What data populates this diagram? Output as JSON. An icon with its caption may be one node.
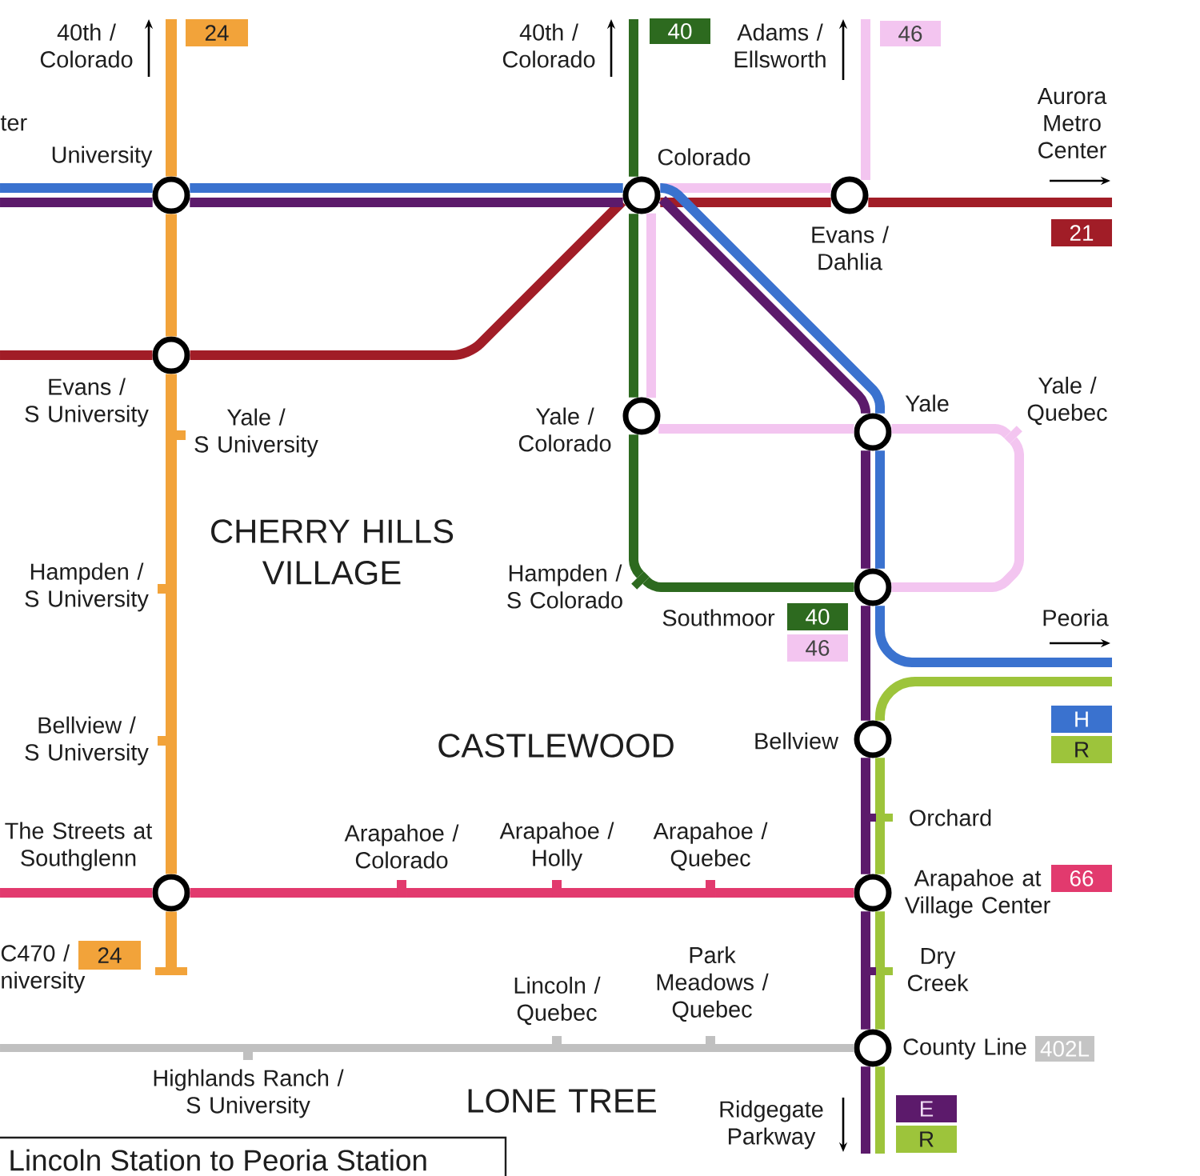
{
  "diagram": {
    "nodes": [
      {
        "text": [
          "24"
        ]
      },
      {
        "text": [
          "40"
        ]
      },
      {
        "text": [
          "46"
        ]
      },
      {
        "text": [],
        "shape": "circle",
        "beside": [
          "University"
        ]
      },
      {
        "text": [],
        "shape": "circle",
        "beside": [
          "Colorado"
        ]
      },
      {
        "text": [],
        "shape": "circle",
        "beside": [
          "Evans / Dahlia"
        ]
      },
      {
        "text": [
          "21"
        ]
      },
      {
        "text": [],
        "shape": "circle",
        "beside": [
          "Evans / S University"
        ]
      },
      {
        "text": [],
        "shape": "circle",
        "beside": [
          "Yale / Colorado"
        ]
      },
      {
        "text": [],
        "shape": "circle",
        "beside": [
          "Yale"
        ]
      },
      {
        "text": [],
        "shape": "bar",
        "beside": [
          "Yale / S University"
        ]
      },
      {
        "text": [],
        "shape": "bar",
        "beside": [
          "Yale / Quebec"
        ]
      },
      {
        "text": [],
        "shape": "bar",
        "beside": [
          "Hampden / S University"
        ]
      },
      {
        "text": [],
        "shape": "bar",
        "beside": [
          "Hampden / S Colorado"
        ]
      },
      {
        "text": [],
        "shape": "circle"
      },
      {
        "text": [
          "40"
        ]
      },
      {
        "text": [
          "46"
        ]
      },
      {
        "text": [
          "H"
        ]
      },
      {
        "text": [],
        "shape": "circle",
        "beside": [
          "Bellview"
        ]
      },
      {
        "text": [],
        "shape": "bar",
        "beside": [
          "Bellview / S University"
        ]
      },
      {
        "text": [
          "R"
        ]
      },
      {
        "text": [],
        "shape": "bar",
        "beside": [
          "Orchard"
        ]
      },
      {
        "text": [],
        "shape": "bar",
        "beside": [
          "Arapahoe / Colorado"
        ]
      },
      {
        "text": [],
        "shape": "bar",
        "beside": [
          "Arapahoe / Holly"
        ]
      },
      {
        "text": [],
        "shape": "bar",
        "beside": [
          "Arapahoe / Quebec"
        ]
      },
      {
        "text": [],
        "shape": "circle",
        "beside": [
          "The Streets at Southglenn"
        ]
      },
      {
        "text": [],
        "shape": "circle"
      },
      {
        "text": [
          "66"
        ]
      },
      {
        "text": [
          "24"
        ]
      },
      {
        "text": [],
        "shape": "bar"
      },
      {
        "text": [],
        "shape": "bar",
        "beside": [
          "Dry Creek"
        ]
      },
      {
        "text": [],
        "shape": "bar",
        "beside": [
          "Highlands Ranch / S University"
        ]
      },
      {
        "text": [],
        "shape": "bar",
        "beside": [
          "Lincoln / Quebec"
        ]
      },
      {
        "text": [],
        "shape": "bar",
        "beside": [
          "Park Meadows / Quebec"
        ]
      },
      {
        "text": [],
        "shape": "circle",
        "beside": [
          "County Line"
        ]
      },
      {
        "text": [
          "402L"
        ]
      },
      {
        "text": [
          "E"
        ]
      },
      {
        "text": [
          "R"
        ]
      },
      {
        "text": [
          "Lincoln Station to Peoria Station"
        ]
      }
    ],
    "edges": [
      {
        "from": 0,
        "to": 3,
        "arrow": "none",
        "color": "#f2a33a"
      },
      {
        "from": 3,
        "to": 7,
        "arrow": "none",
        "color": "#f2a33a"
      },
      {
        "from": 7,
        "to": 10,
        "arrow": "none",
        "color": "#f2a33a"
      },
      {
        "from": 10,
        "to": 12,
        "arrow": "none",
        "color": "#f2a33a"
      },
      {
        "from": 12,
        "to": 19,
        "arrow": "none",
        "color": "#f2a33a"
      },
      {
        "from": 19,
        "to": 25,
        "arrow": "none",
        "color": "#f2a33a"
      },
      {
        "from": 25,
        "to": 29,
        "arrow": "none",
        "color": "#f2a33a"
      },
      {
        "from": 2,
        "to": 5,
        "arrow": "none",
        "color": "#f3c5f0"
      },
      {
        "from": 5,
        "to": 4,
        "arrow": "none",
        "color": "#f3c5f0"
      },
      {
        "from": 4,
        "to": 8,
        "arrow": "none",
        "color": "#f3c5f0"
      },
      {
        "from": 8,
        "to": 9,
        "arrow": "none",
        "color": "#f3c5f0"
      },
      {
        "from": 9,
        "to": 11,
        "arrow": "none",
        "color": "#f3c5f0"
      },
      {
        "from": 11,
        "to": 14,
        "arrow": "none",
        "color": "#f3c5f0"
      },
      {
        "from": null,
        "to": 7,
        "arrow": "none",
        "color": "#a11d27"
      },
      {
        "from": 7,
        "to": 4,
        "arrow": "none",
        "color": "#a11d27"
      },
      {
        "from": 4,
        "to": 5,
        "arrow": "none",
        "color": "#a11d27"
      },
      {
        "from": 5,
        "to": 6,
        "arrow": "none",
        "color": "#a11d27"
      },
      {
        "from": 1,
        "to": 4,
        "arrow": "none",
        "color": "#2d6a1f"
      },
      {
        "from": 4,
        "to": 8,
        "arrow": "none",
        "color": "#2d6a1f"
      },
      {
        "from": 8,
        "to": 13,
        "arrow": "none",
        "color": "#2d6a1f"
      },
      {
        "from": 13,
        "to": 14,
        "arrow": "none",
        "color": "#2d6a1f"
      },
      {
        "from": null,
        "to": 3,
        "arrow": "none",
        "color": "#3a72cf"
      },
      {
        "from": 3,
        "to": 4,
        "arrow": "none",
        "color": "#3a72cf"
      },
      {
        "from": 4,
        "to": 9,
        "arrow": "none",
        "color": "#3a72cf"
      },
      {
        "from": 9,
        "to": 14,
        "arrow": "none",
        "color": "#3a72cf"
      },
      {
        "from": 14,
        "to": null,
        "arrow": "none",
        "color": "#3a72cf"
      },
      {
        "from": null,
        "to": 3,
        "arrow": "none",
        "color": "#5c1a6b"
      },
      {
        "from": 3,
        "to": 4,
        "arrow": "none",
        "color": "#5c1a6b"
      },
      {
        "from": 4,
        "to": 9,
        "arrow": "none",
        "color": "#5c1a6b"
      },
      {
        "from": 9,
        "to": 14,
        "arrow": "none",
        "color": "#5c1a6b"
      },
      {
        "from": 14,
        "to": 18,
        "arrow": "none",
        "color": "#5c1a6b"
      },
      {
        "from": 18,
        "to": 21,
        "arrow": "none",
        "color": "#5c1a6b"
      },
      {
        "from": 21,
        "to": 26,
        "arrow": "none",
        "color": "#5c1a6b"
      },
      {
        "from": 26,
        "to": 30,
        "arrow": "none",
        "color": "#5c1a6b"
      },
      {
        "from": 30,
        "to": 34,
        "arrow": "none",
        "color": "#5c1a6b"
      },
      {
        "from": 34,
        "to": null,
        "arrow": "none",
        "color": "#5c1a6b"
      },
      {
        "from": null,
        "to": 18,
        "arrow": "none",
        "color": "#9dc43b"
      },
      {
        "from": 18,
        "to": 21,
        "arrow": "none",
        "color": "#9dc43b"
      },
      {
        "from": 21,
        "to": 26,
        "arrow": "none",
        "color": "#9dc43b"
      },
      {
        "from": 26,
        "to": 30,
        "arrow": "none",
        "color": "#9dc43b"
      },
      {
        "from": 30,
        "to": 34,
        "arrow": "none",
        "color": "#9dc43b"
      },
      {
        "from": 34,
        "to": 37,
        "arrow": "none",
        "color": "#9dc43b"
      },
      {
        "from": null,
        "to": 25,
        "arrow": "none",
        "color": "#e23a6e"
      },
      {
        "from": 25,
        "to": 22,
        "arrow": "none",
        "color": "#e23a6e"
      },
      {
        "from": 22,
        "to": 23,
        "arrow": "none",
        "color": "#e23a6e"
      },
      {
        "from": 23,
        "to": 24,
        "arrow": "none",
        "color": "#e23a6e"
      },
      {
        "from": 24,
        "to": 26,
        "arrow": "none",
        "color": "#e23a6e"
      },
      {
        "from": null,
        "to": 31,
        "arrow": "none",
        "color": "#c0c0c0"
      },
      {
        "from": 31,
        "to": 32,
        "arrow": "none",
        "color": "#c0c0c0"
      },
      {
        "from": 32,
        "to": 33,
        "arrow": "none",
        "color": "#c0c0c0"
      },
      {
        "from": 33,
        "to": 34,
        "arrow": "none",
        "color": "#c0c0c0"
      }
    ],
    "labels": [
      "40th / Colorado",
      "40th / Colorado",
      "Adams / Ellsworth",
      "Aurora Metro Center",
      "ter",
      "CHERRY HILLS VILLAGE",
      "Southmoor",
      "Peoria",
      "CASTLEWOOD",
      "Arapahoe at Village Center",
      "C470 / niversity",
      "LONE TREE",
      "Ridgegate Parkway"
    ]
  }
}
